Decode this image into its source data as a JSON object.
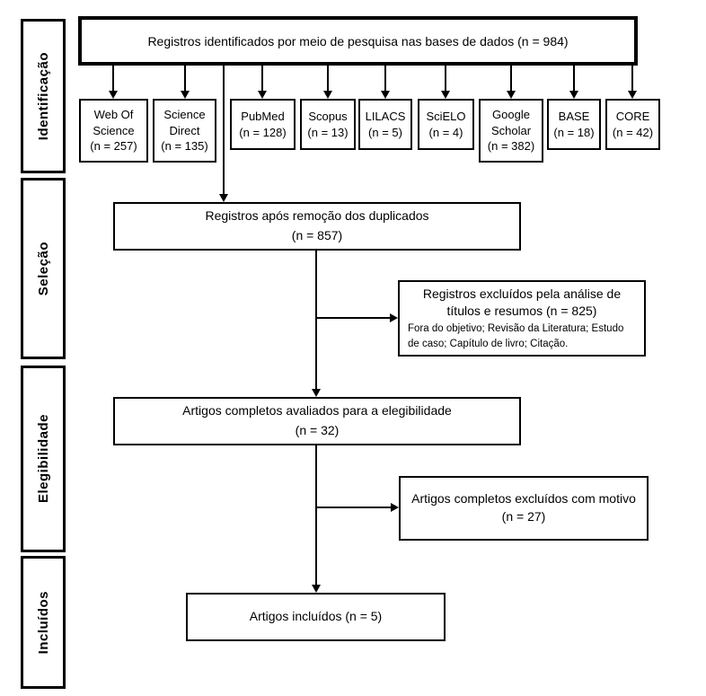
{
  "diagram": {
    "title_hint": "PRISMA flow diagram (Portuguese)",
    "colors": {
      "border": "#000000",
      "background": "#ffffff",
      "text": "#000000"
    },
    "stages": [
      "Identificação",
      "Seleção",
      "Elegibilidade",
      "Incluídos"
    ],
    "top_box": {
      "text": "Registros identificados por meio de pesquisa nas bases de dados (n = 984)"
    },
    "databases": [
      {
        "name": "Web Of Science",
        "count": "(n = 257)"
      },
      {
        "name": "Science Direct",
        "count": "(n = 135)"
      },
      {
        "name": "PubMed",
        "count": "(n = 128)"
      },
      {
        "name": "Scopus",
        "count": "(n = 13)"
      },
      {
        "name": "LILACS",
        "count": "(n = 5)"
      },
      {
        "name": "SciELO",
        "count": "(n = 4)"
      },
      {
        "name": "Google Scholar",
        "count": "(n = 382)"
      },
      {
        "name": "BASE",
        "count": "(n = 18)"
      },
      {
        "name": "CORE",
        "count": "(n = 42)"
      }
    ],
    "dedup_box": {
      "line1": "Registros após remoção dos duplicados",
      "line2": "(n = 857)"
    },
    "excluded_screening": {
      "line1": "Registros excluídos pela análise de",
      "line2": "títulos e resumos (n = 825)",
      "detail": "Fora do objetivo; Revisão da Literatura; Estudo de caso; Capítulo de livro; Citação."
    },
    "eligibility_box": {
      "line1": "Artigos completos avaliados para a elegibilidade",
      "line2": "(n = 32)"
    },
    "excluded_fulltext": {
      "line1": "Artigos completos excluídos com motivo",
      "line2": "(n = 27)"
    },
    "included_box": {
      "text": "Artigos incluídos (n = 5)"
    }
  }
}
